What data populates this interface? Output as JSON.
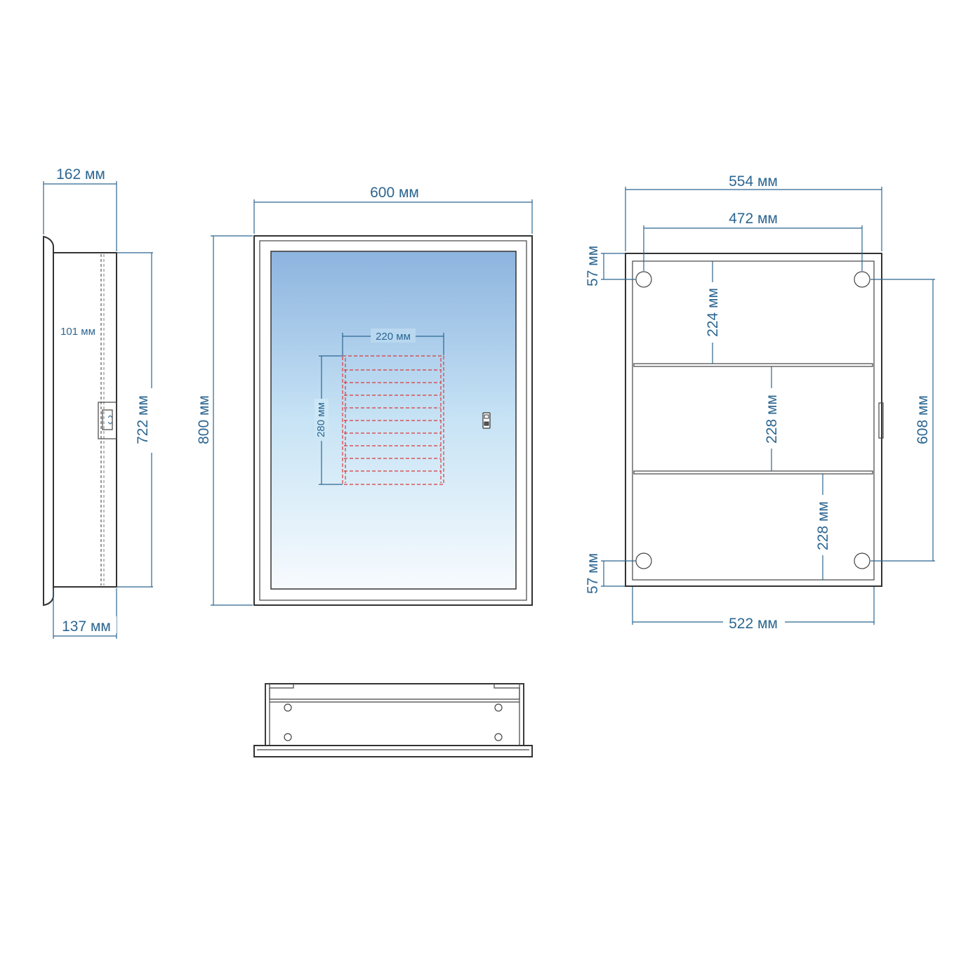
{
  "side_view": {
    "width_top": "162 мм",
    "depth_inner": "101 мм",
    "height_right": "722 мм",
    "width_bottom": "137 мм"
  },
  "front_view": {
    "width_top": "600 мм",
    "height_left": "800 мм",
    "heater_width": "220 мм",
    "heater_height": "280 мм"
  },
  "interior_view": {
    "width_outer": "554 мм",
    "mount_spacing": "472 мм",
    "top_offset": "57 мм",
    "shelf_1": "224 мм",
    "shelf_2": "228 мм",
    "shelf_3": "228 мм",
    "mount_height": "608 мм",
    "bottom_offset": "57 мм",
    "width_inner": "522 мм"
  },
  "colors": {
    "dimension": "#2c6691",
    "outline": "#333333",
    "heater_zone": "#d93a3a",
    "mirror_top": "#8db4df",
    "mirror_bottom": "#f7fbfe"
  },
  "icons": {
    "touch_switch": "touch-switch-icon",
    "mounting_hole": "mounting-hole-icon"
  }
}
